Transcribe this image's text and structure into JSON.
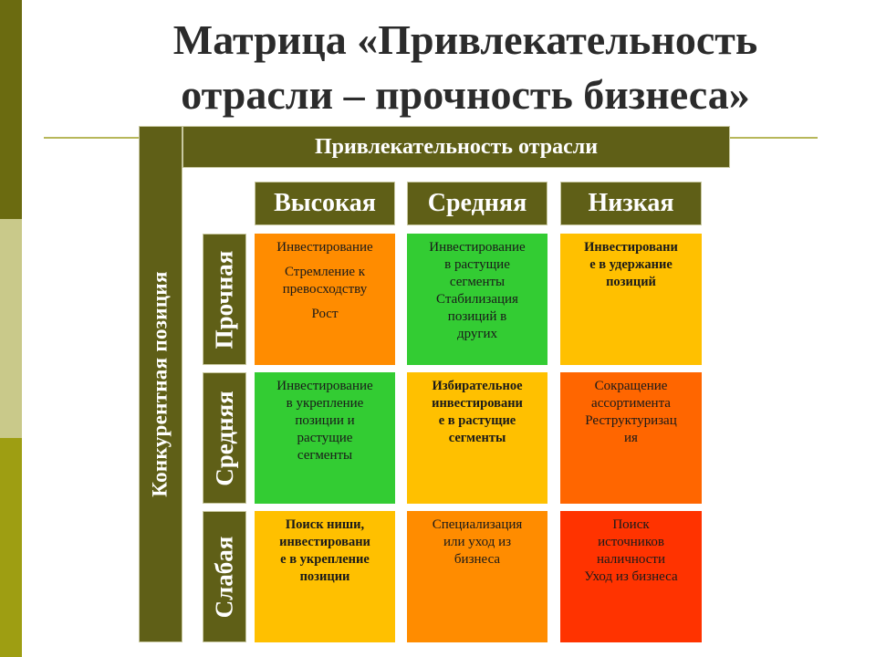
{
  "slide": {
    "title_line1": "Матрица «Привлекательность",
    "title_line2": "отрасли – прочность бизнеса»"
  },
  "matrix": {
    "top_axis_label": "Привлекательность отрасли",
    "side_axis_label": "Конкурентная позиция",
    "columns": [
      "Высокая",
      "Средняя",
      "Низкая"
    ],
    "rows": [
      "Прочная",
      "Средняя",
      "Слабая"
    ],
    "cells": [
      [
        {
          "color": "#ff8c00",
          "lines": [
            "Инвестирование",
            "Стремление к",
            "превосходству",
            "Рост"
          ]
        },
        {
          "color": "#33cc33",
          "lines": [
            "Инвестирование",
            "в растущие",
            "сегменты",
            "Стабилизация",
            "позиций в",
            "других"
          ]
        },
        {
          "color": "#ffc000",
          "lines": [
            "Инвестировани",
            "е в удержание",
            "позиций"
          ]
        }
      ],
      [
        {
          "color": "#33cc33",
          "lines": [
            "Инвестирование",
            "в укрепление",
            "позиции и",
            "растущие",
            "сегменты"
          ]
        },
        {
          "color": "#ffc000",
          "lines": [
            "Избирательное",
            "инвестировани",
            "е в растущие",
            "сегменты"
          ]
        },
        {
          "color": "#ff6600",
          "lines": [
            "Сокращение",
            "ассортимента",
            "Реструктуризац",
            "ия"
          ]
        }
      ],
      [
        {
          "color": "#ffc000",
          "lines": [
            "Поиск ниши,",
            "инвестировани",
            "е в укрепление",
            "позиции"
          ]
        },
        {
          "color": "#ff8c00",
          "lines": [
            "Специализация",
            "или уход из",
            "бизнеса"
          ]
        },
        {
          "color": "#ff3300",
          "lines": [
            "Поиск",
            "источников",
            "наличности",
            "Уход из бизнеса"
          ]
        }
      ]
    ]
  }
}
